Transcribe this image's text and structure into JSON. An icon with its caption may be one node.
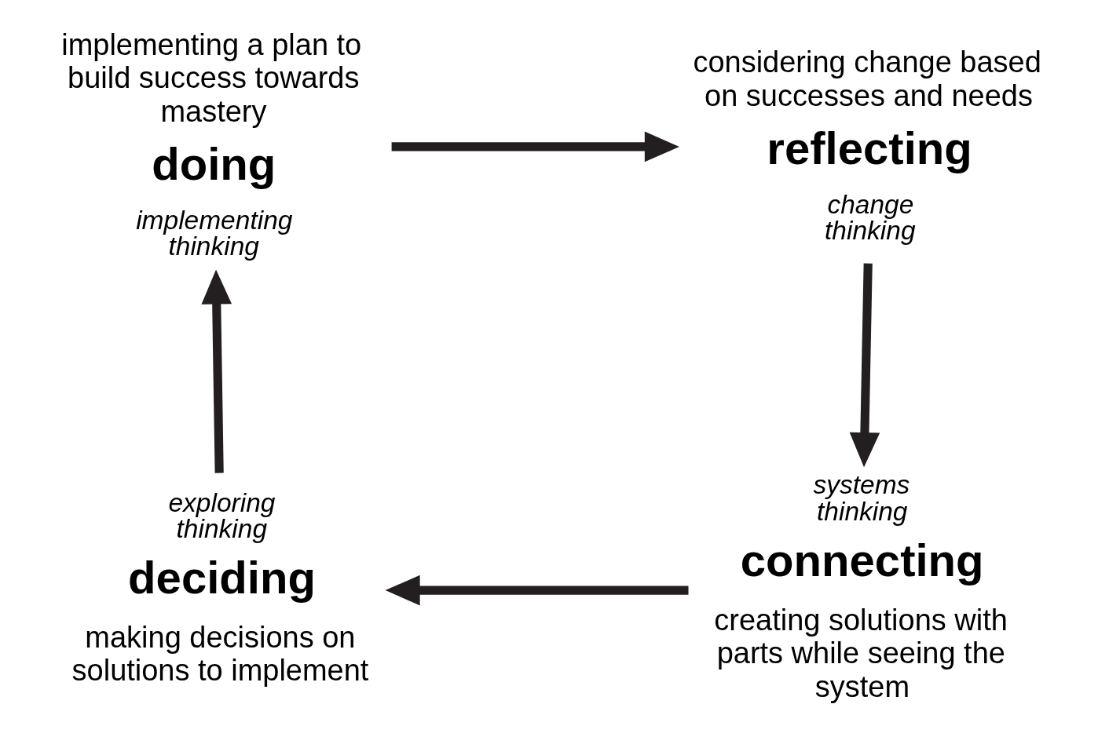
{
  "diagram": {
    "nodes": [
      {
        "text": [
          "doing"
        ],
        "beside": [
          "implementing a plan to build success towards mastery",
          "implementing thinking"
        ]
      },
      {
        "text": [
          "reflecting"
        ],
        "beside": [
          "considering change based on successes and needs",
          "change thinking"
        ]
      },
      {
        "text": [
          "connecting"
        ],
        "beside": [
          "systems thinking",
          "creating solutions with parts while seeing the system"
        ]
      },
      {
        "text": [
          "deciding"
        ],
        "beside": [
          "exploring thinking",
          "making decisions on solutions to implement"
        ]
      }
    ],
    "edges": [
      {
        "from": 0,
        "to": 1,
        "arrow": "to"
      },
      {
        "from": 1,
        "to": 2,
        "arrow": "to"
      },
      {
        "from": 2,
        "to": 3,
        "arrow": "to"
      },
      {
        "from": 3,
        "to": 0,
        "arrow": "to"
      }
    ]
  }
}
